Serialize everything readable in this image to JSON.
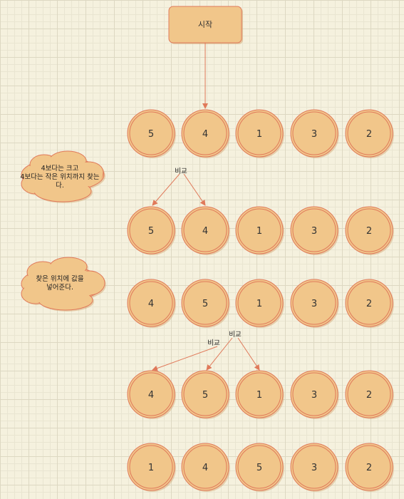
{
  "start": {
    "label": "시작"
  },
  "rows": [
    [
      "5",
      "4",
      "1",
      "3",
      "2"
    ],
    [
      "5",
      "4",
      "1",
      "3",
      "2"
    ],
    [
      "4",
      "5",
      "1",
      "3",
      "2"
    ],
    [
      "4",
      "5",
      "1",
      "3",
      "2"
    ],
    [
      "1",
      "4",
      "5",
      "3",
      "2"
    ]
  ],
  "notes": {
    "note1": [
      "4보다는 크고",
      "4보다는 작은 위치까지 찾는",
      "다."
    ],
    "note2": [
      "찾은 위치에 값을",
      "넣어준다."
    ]
  },
  "edge_labels": {
    "compare1": "비교",
    "compare2a": "비교",
    "compare2b": "비교"
  },
  "colors": {
    "node_fill": "#f1c68a",
    "node_stroke": "#e0795a",
    "edge": "#e0795a",
    "cloud_fill": "#f1c68a"
  }
}
